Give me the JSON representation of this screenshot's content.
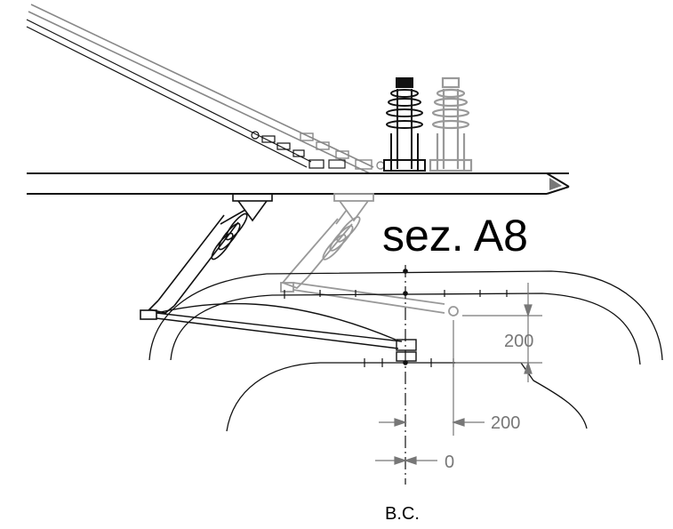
{
  "section_title": "sez. A8",
  "dimensions": {
    "vertical_offset": "200",
    "horizontal_offset": "200",
    "center_offset": "0"
  },
  "center_label": "B.C.",
  "colors": {
    "existing": "#000000",
    "proposed": "#8a8a8a",
    "dimension": "#777777"
  }
}
